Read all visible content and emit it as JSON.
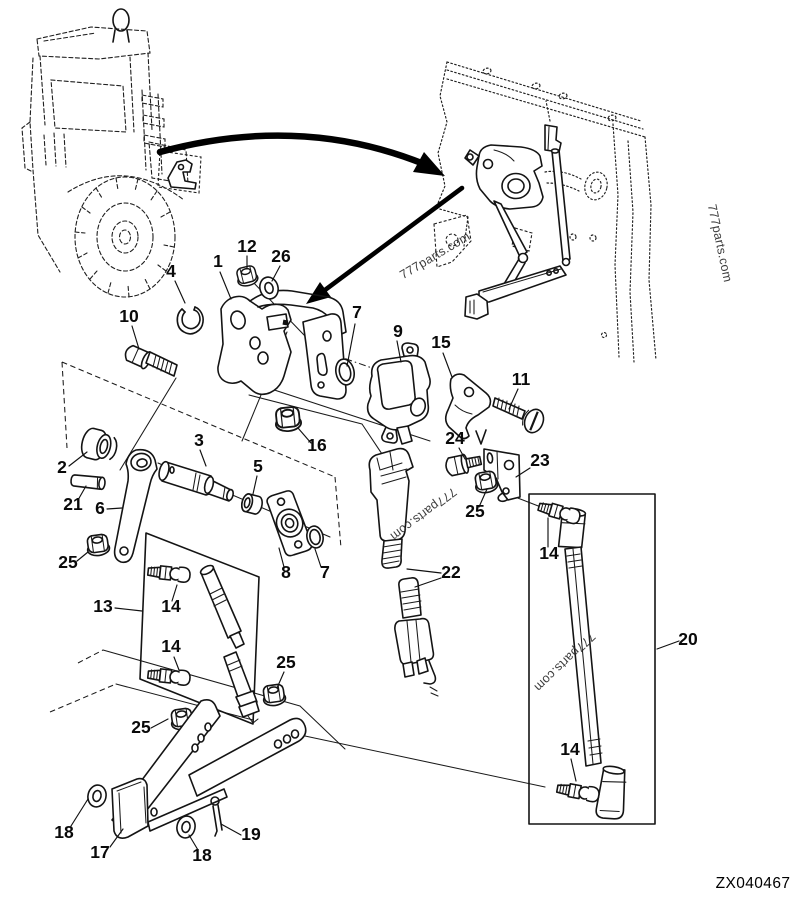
{
  "diagram": {
    "code": "ZX040467",
    "watermarks": [
      "777parts.com",
      "777parts.com",
      "777parts.com",
      "777parts.com"
    ],
    "callouts": [
      "4",
      "12",
      "26",
      "1",
      "10",
      "7",
      "9",
      "15",
      "11",
      "16",
      "24",
      "23",
      "25",
      "2",
      "21",
      "6",
      "3",
      "5",
      "8",
      "7",
      "25",
      "13",
      "14",
      "14",
      "25",
      "25",
      "17",
      "18",
      "18",
      "19",
      "22",
      "20",
      "14",
      "14"
    ]
  }
}
